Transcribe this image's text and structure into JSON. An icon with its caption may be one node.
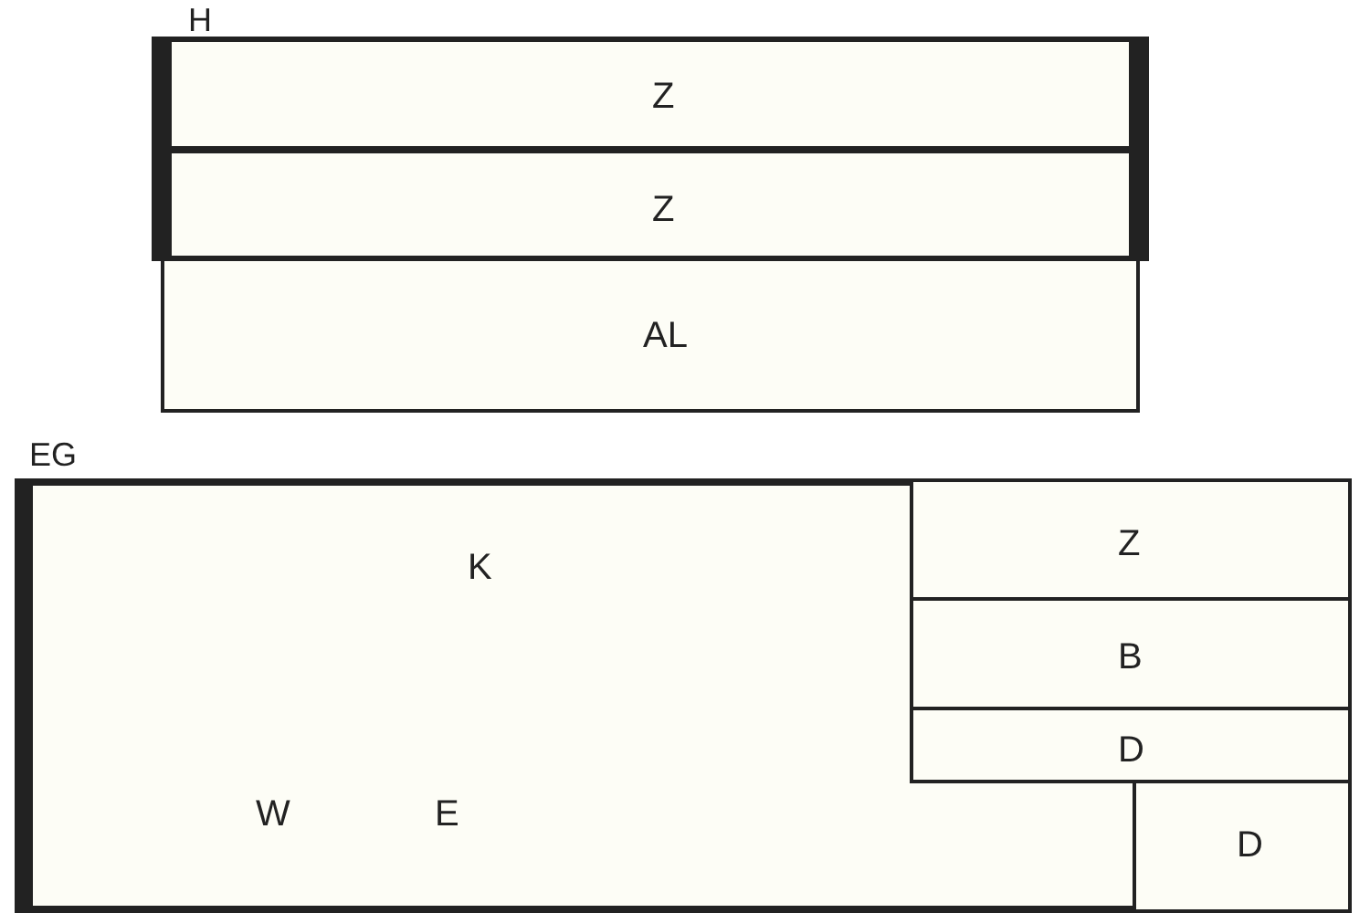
{
  "diagram": {
    "nodes": [
      {
        "text": [
          "H"
        ]
      },
      {
        "text": [
          "Z"
        ],
        "in": 0
      },
      {
        "text": [
          "Z"
        ],
        "in": 0
      },
      {
        "text": [
          "AL"
        ],
        "in": 0
      },
      {
        "text": [
          "EG"
        ]
      },
      {
        "text": [
          "K",
          "W",
          "E"
        ],
        "in": 4
      },
      {
        "text": [
          "Z"
        ],
        "in": 4
      },
      {
        "text": [
          "B"
        ],
        "in": 4
      },
      {
        "text": [
          "D"
        ],
        "in": 4
      },
      {
        "text": [
          "D"
        ],
        "in": 4
      }
    ],
    "edges": []
  }
}
